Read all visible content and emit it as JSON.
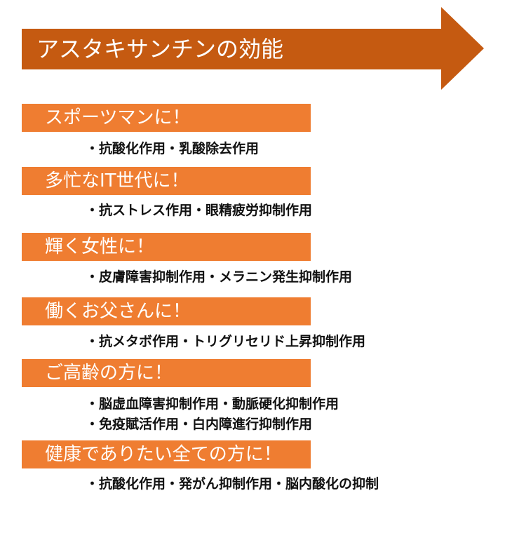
{
  "title": "アスタキサンチンの効能",
  "colors": {
    "title_arrow": "#c55a11",
    "section_header": "#ef7d31",
    "header_text": "#ffffff",
    "body_text": "#111111"
  },
  "sections": [
    {
      "heading": "スポーツマンに！",
      "lines": [
        "・抗酸化作用・乳酸除去作用"
      ]
    },
    {
      "heading": "多忙なIT世代に！",
      "lines": [
        "・抗ストレス作用・眼精疲労抑制作用"
      ]
    },
    {
      "heading": "輝く女性に！",
      "lines": [
        "・皮膚障害抑制作用・メラニン発生抑制作用"
      ]
    },
    {
      "heading": "働くお父さんに！",
      "lines": [
        "・抗メタボ作用・トリグリセリド上昇抑制作用"
      ]
    },
    {
      "heading": "ご高齢の方に！",
      "lines": [
        "・脳虚血障害抑制作用・動脈硬化抑制作用",
        "・免疫賦活作用・白内障進行抑制作用"
      ]
    },
    {
      "heading": "健康でありたい全ての方に！",
      "lines": [
        "・抗酸化作用・発がん抑制作用・脳内酸化の抑制"
      ]
    }
  ]
}
